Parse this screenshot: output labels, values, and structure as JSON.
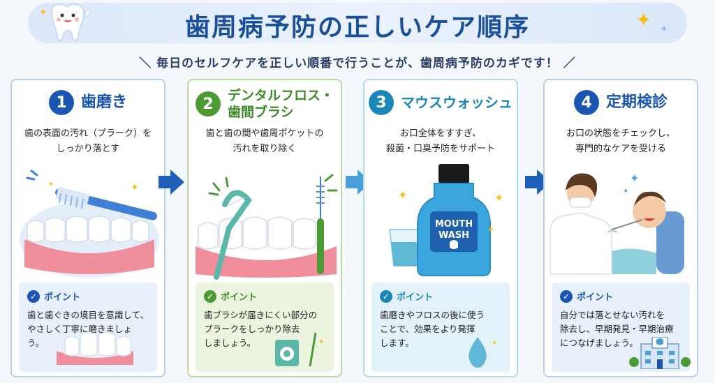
{
  "header": {
    "title": "歯周病予防の正しいケア順序",
    "subtitle": "＼ 毎日のセルフケアを正しい順番で行うことが、歯周病予防のカギです！ ／"
  },
  "steps": [
    {
      "number": "1",
      "title": "歯磨き",
      "desc_lines": [
        "歯の表面の汚れ（プラーク）を",
        "しっかり落とす"
      ],
      "point_label": "ポイント",
      "point_lines": [
        "歯と歯ぐきの境目を意識して、",
        "やさしく丁寧に磨きましょう。"
      ],
      "icon": "toothbrush-icon"
    },
    {
      "number": "2",
      "title_lines": [
        "デンタルフロス・",
        "歯間ブラシ"
      ],
      "desc_lines": [
        "歯と歯の間や歯周ポケットの",
        "汚れを取り除く"
      ],
      "point_label": "ポイント",
      "point_lines": [
        "歯ブラシが届きにくい部分の",
        "プラークをしっかり除去",
        "しましょう。"
      ],
      "icon": "floss-icon"
    },
    {
      "number": "3",
      "title": "マウスウォッシュ",
      "desc_lines": [
        "お口全体をすすぎ、",
        "殺菌・口臭予防をサポート"
      ],
      "bottle_label_1": "MOUTH",
      "bottle_label_2": "WASH",
      "point_label": "ポイント",
      "point_lines": [
        "歯磨きやフロスの後に使う",
        "ことで、効果をより発揮",
        "します。"
      ],
      "icon": "mouthwash-icon"
    },
    {
      "number": "4",
      "title": "定期検診",
      "desc_lines": [
        "お口の状態をチェックし、",
        "専門的なケアを受ける"
      ],
      "point_label": "ポイント",
      "point_lines": [
        "自分では落とせない汚れを",
        "除去し、早期発見・早期治療",
        "につなげましょう。"
      ],
      "icon": "dentist-icon"
    }
  ],
  "colors": {
    "navy": "#1a4f9c",
    "blue": "#1a56b0",
    "green": "#4d9a35",
    "teal": "#1b86b8",
    "arrow": "#1f5fb8"
  }
}
